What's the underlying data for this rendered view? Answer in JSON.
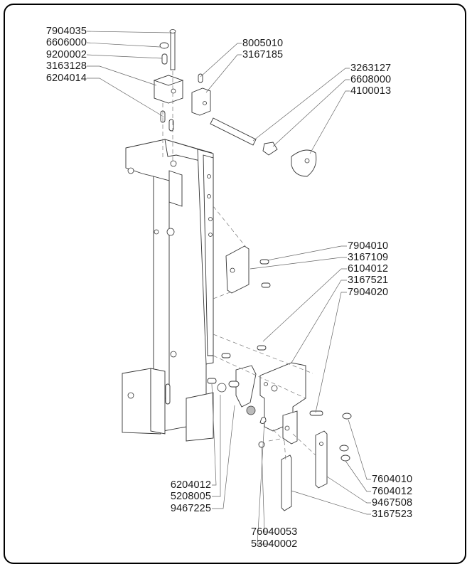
{
  "diagram": {
    "type": "exploded parts diagram",
    "callouts": {
      "left_top": [
        "7904035",
        "6606000",
        "9200002",
        "3163128",
        "6204014"
      ],
      "middle_top": [
        "8005010",
        "3167185"
      ],
      "right_top": [
        "3263127",
        "6608000",
        "4100013"
      ],
      "right_middle": [
        "7904010",
        "3167109",
        "6104012",
        "3167521",
        "7904020"
      ],
      "right_bottom": [
        "7604010",
        "7604012",
        "9467508",
        "3167523"
      ],
      "bottom_left": [
        "6204012",
        "5208005",
        "9467225"
      ],
      "bottom_center": [
        "76040053",
        "53040002"
      ]
    }
  }
}
